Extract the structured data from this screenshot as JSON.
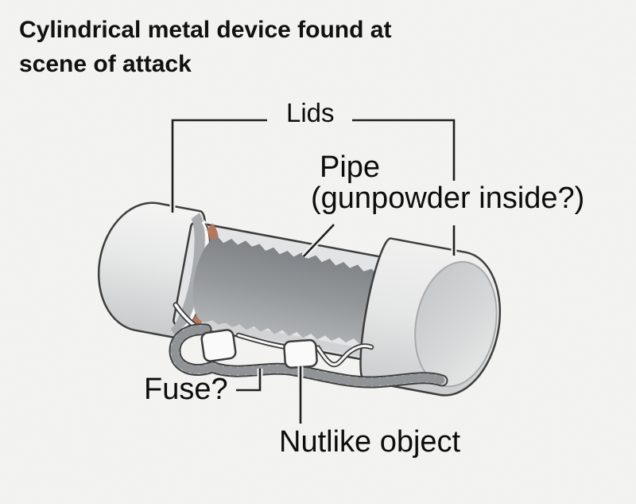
{
  "title": {
    "line1": "Cylindrical metal device found at",
    "line2": "scene of attack"
  },
  "labels": {
    "lids": "Lids",
    "pipe": "Pipe",
    "pipe_note": "(gunpowder inside?)",
    "fuse": "Fuse?",
    "nutlike": "Nutlike object"
  },
  "colors": {
    "background": "#f4f4f2",
    "text": "#0d0d0d",
    "outline": "#3a3a3a",
    "metal_light": "#f4f4f3",
    "metal_mid": "#cfd1d2",
    "lid_face": "#c6c9ca",
    "pipe_wall": "#e3e5e6",
    "powder_dark": "#7d8185",
    "powder_light": "#b0b3b5",
    "copper_ring": "#b5765a",
    "rope_light": "#d7d9da",
    "rope_shade": "#878b8d",
    "nut_fill": "#fcfcfc",
    "leader_line": "#1c1c1c"
  }
}
